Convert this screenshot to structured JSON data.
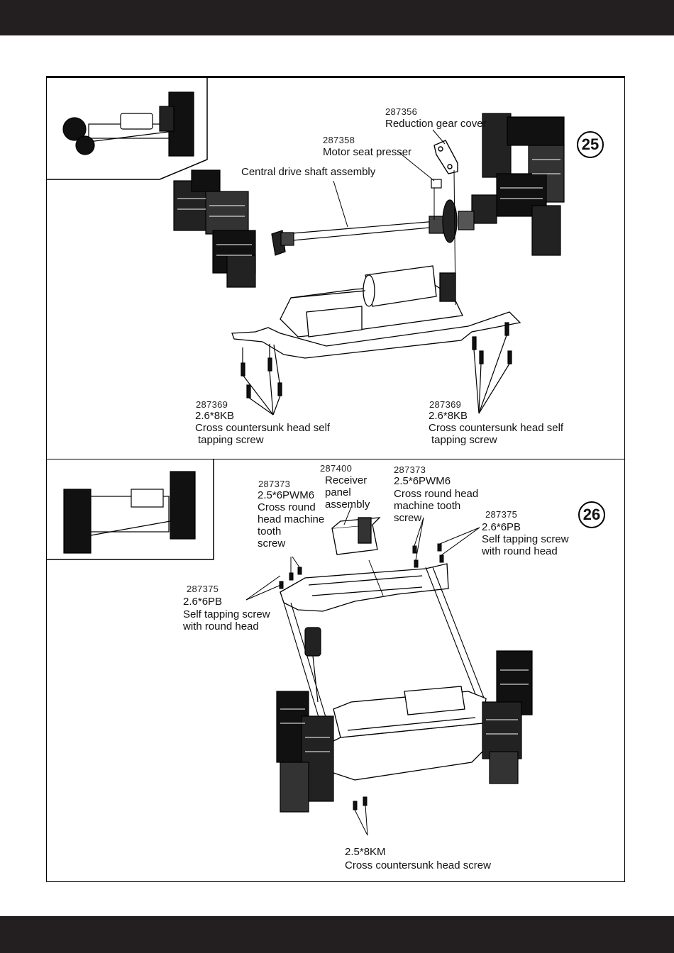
{
  "page": {
    "header_bar_color": "#231f20",
    "footer_bar_color": "#231f20"
  },
  "steps": [
    {
      "step_number": "25",
      "thumbnail_icon": "chassis-overview-icon",
      "callouts": [
        {
          "part_number": "287356",
          "description": "Reduction gear cover"
        },
        {
          "part_number": "287358",
          "description": "Motor seat presser"
        },
        {
          "part_number": "",
          "description": "Central drive shaft assembly"
        },
        {
          "part_number": "287369",
          "spec": "2.6*8KB",
          "description_line1": "Cross countersunk head self",
          "description_line2": "tapping screw"
        },
        {
          "part_number": "287369",
          "spec": "2.6*8KB",
          "description_line1": "Cross countersunk head self",
          "description_line2": "tapping screw"
        }
      ]
    },
    {
      "step_number": "26",
      "thumbnail_icon": "chassis-overview-icon",
      "callouts": [
        {
          "part_number": "287400",
          "lines": [
            "Receiver",
            "panel",
            "assembly"
          ]
        },
        {
          "part_number": "287373",
          "spec": "2.5*6PWM6",
          "lines": [
            "Cross round",
            "head machine",
            "tooth",
            "screw"
          ]
        },
        {
          "part_number": "287373",
          "spec": "2.5*6PWM6",
          "lines": [
            "Cross round head",
            "machine tooth",
            "screw"
          ]
        },
        {
          "part_number": "287375",
          "spec": "2.6*6PB",
          "lines": [
            "Self tapping screw",
            "with round head"
          ]
        },
        {
          "part_number": "287375",
          "spec": "2.6*6PB",
          "lines": [
            "Self tapping screw",
            "with round head"
          ]
        },
        {
          "part_number": "",
          "spec": "2.5*8KM",
          "lines": [
            "Cross countersunk head screw"
          ]
        }
      ]
    }
  ]
}
